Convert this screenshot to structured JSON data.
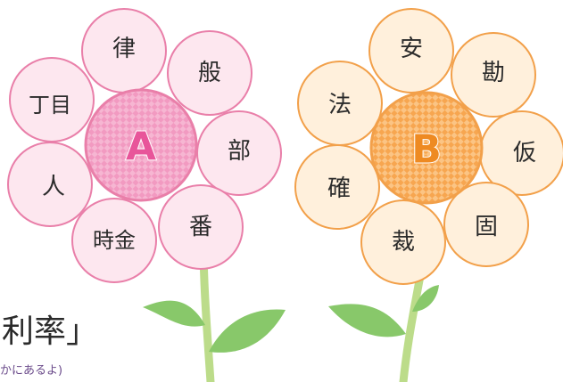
{
  "colors": {
    "pink_fill": "#fde7ef",
    "pink_stroke": "#e97fa9",
    "pink_center": "#f29ac1",
    "pink_letter": "#e8559a",
    "orange_fill": "#fff0dc",
    "orange_stroke": "#f2a04a",
    "orange_center": "#f7a650",
    "orange_letter": "#ee8a22",
    "stem": "#bcdc8a",
    "leaf": "#88c86a",
    "caption_sub": "#6a4a8a"
  },
  "flower_a": {
    "center_label": "A",
    "petals": [
      "律",
      "般",
      "部",
      "番",
      "時金",
      "人",
      "丁目"
    ]
  },
  "flower_b": {
    "center_label": "B",
    "petals": [
      "安",
      "勘",
      "仮",
      "固",
      "裁",
      "確",
      "法"
    ]
  },
  "caption": {
    "main": "利率」",
    "sub": "かにあるよ)"
  }
}
